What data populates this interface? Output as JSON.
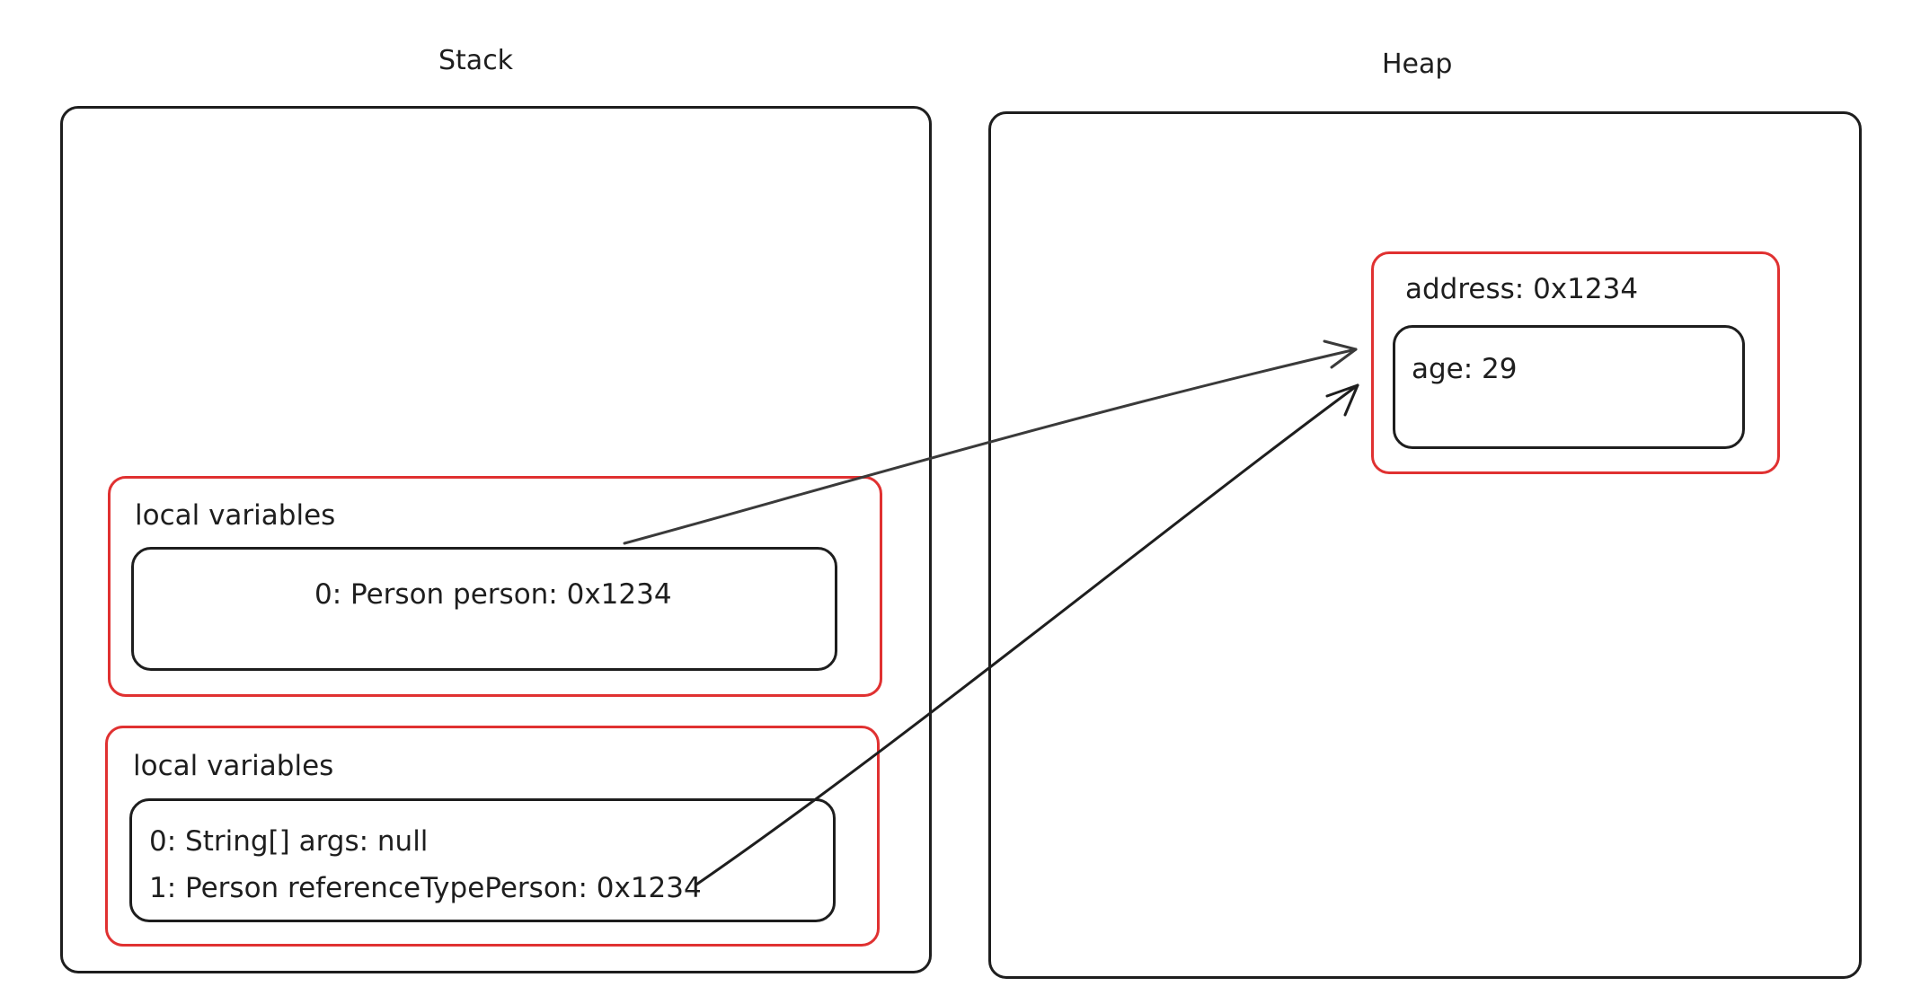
{
  "stack": {
    "title": "Stack",
    "frames": [
      {
        "label": "local variables",
        "entries": [
          "0: Person person: 0x1234"
        ]
      },
      {
        "label": "local variables",
        "entries": [
          "0: String[] args: null",
          "1: Person referenceTypePerson: 0x1234"
        ]
      }
    ]
  },
  "heap": {
    "title": "Heap",
    "object": {
      "label": "address: 0x1234",
      "field": "age: 29"
    }
  },
  "colors": {
    "outline": "#1e1e1e",
    "group_border": "#e03131",
    "arrow": "#3a3a3a"
  }
}
